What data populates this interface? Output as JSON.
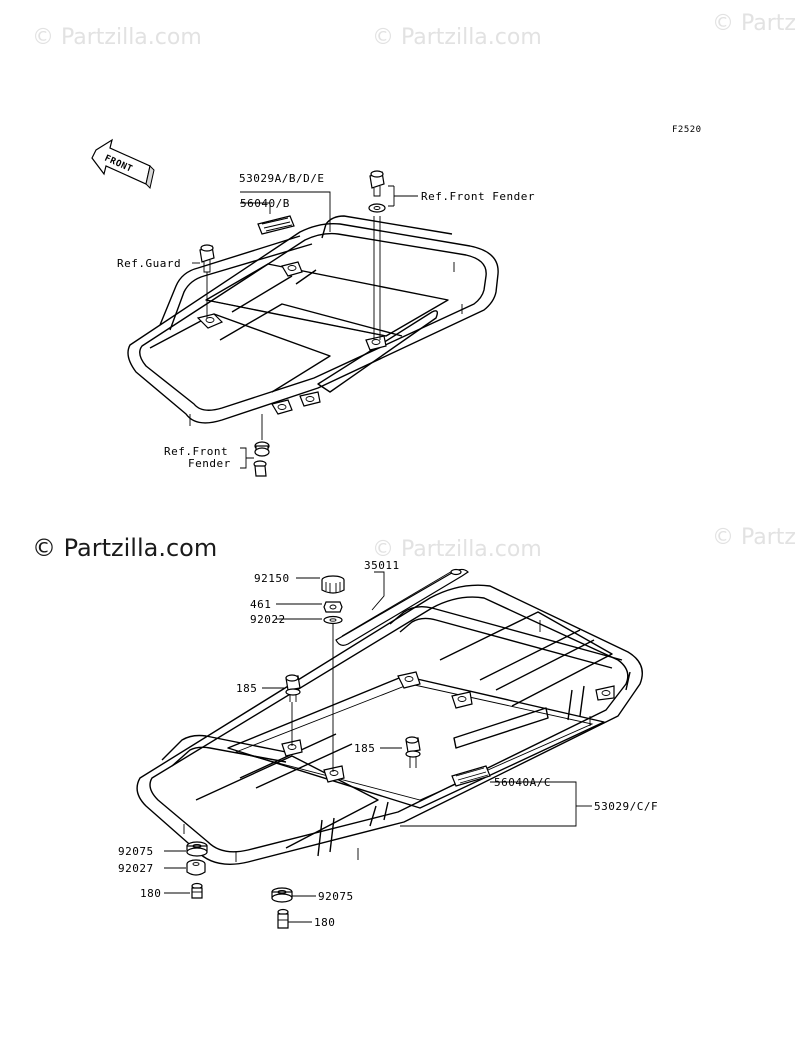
{
  "figure_code": "F2520",
  "watermarks": [
    "© Partzilla.com",
    "© Partzilla.com",
    "© Partz",
    "© Partzilla.com",
    "© Partzilla.com",
    "© Partz"
  ],
  "front_arrow": "FRONT",
  "upper_labels": {
    "carrier": "53029A/B/D/E",
    "decal": "56040/B",
    "ref_front_fender_top": "Ref.Front Fender",
    "ref_guard": "Ref.Guard",
    "ref_front_fender_bottom_1": "Ref.Front",
    "ref_front_fender_bottom_2": "Fender"
  },
  "lower_labels": {
    "knob": "92150",
    "nut": "461",
    "washer": "92022",
    "bar": "35011",
    "bolt_left": "185",
    "bolt_right": "185",
    "decal": "56040A/C",
    "carrier": "53029/C/F",
    "damper_top": "92075",
    "collar": "92027",
    "bolt_bottom_left": "180",
    "damper_bottom": "92075",
    "bolt_bottom_right": "180"
  }
}
